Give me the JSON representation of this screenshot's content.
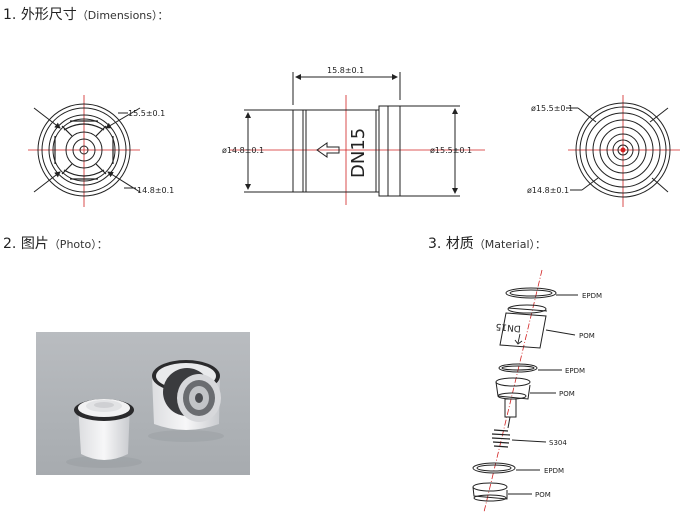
{
  "sections": {
    "dimensions": {
      "number": "1.",
      "title": "外形尺寸",
      "subtitle": "（Dimensions）："
    },
    "photo": {
      "number": "2.",
      "title": "图片",
      "subtitle": "（Photo）："
    },
    "material": {
      "number": "3.",
      "title": "材质",
      "subtitle": "（Material）："
    }
  },
  "drawing": {
    "left_view": {
      "outer_dim": "15.5±0.1",
      "inner_dim": "14.8±0.1"
    },
    "side_view": {
      "length_dim": "15.8±0.1",
      "left_dia": "ø14.8±0.1",
      "right_dia": "ø15.5±0.1",
      "body_text": "DN15"
    },
    "right_view": {
      "outer_dim": "ø15.5±0.1",
      "inner_dim": "ø14.8±0.1"
    }
  },
  "materials": [
    {
      "part": "ring-1",
      "material": "EPDM"
    },
    {
      "part": "body",
      "material": "POM",
      "marking": "DN15"
    },
    {
      "part": "ring-2",
      "material": "EPDM"
    },
    {
      "part": "poppet",
      "material": "POM"
    },
    {
      "part": "spring",
      "material": "S304"
    },
    {
      "part": "ring-3",
      "material": "EPDM"
    },
    {
      "part": "base",
      "material": "POM"
    }
  ]
}
